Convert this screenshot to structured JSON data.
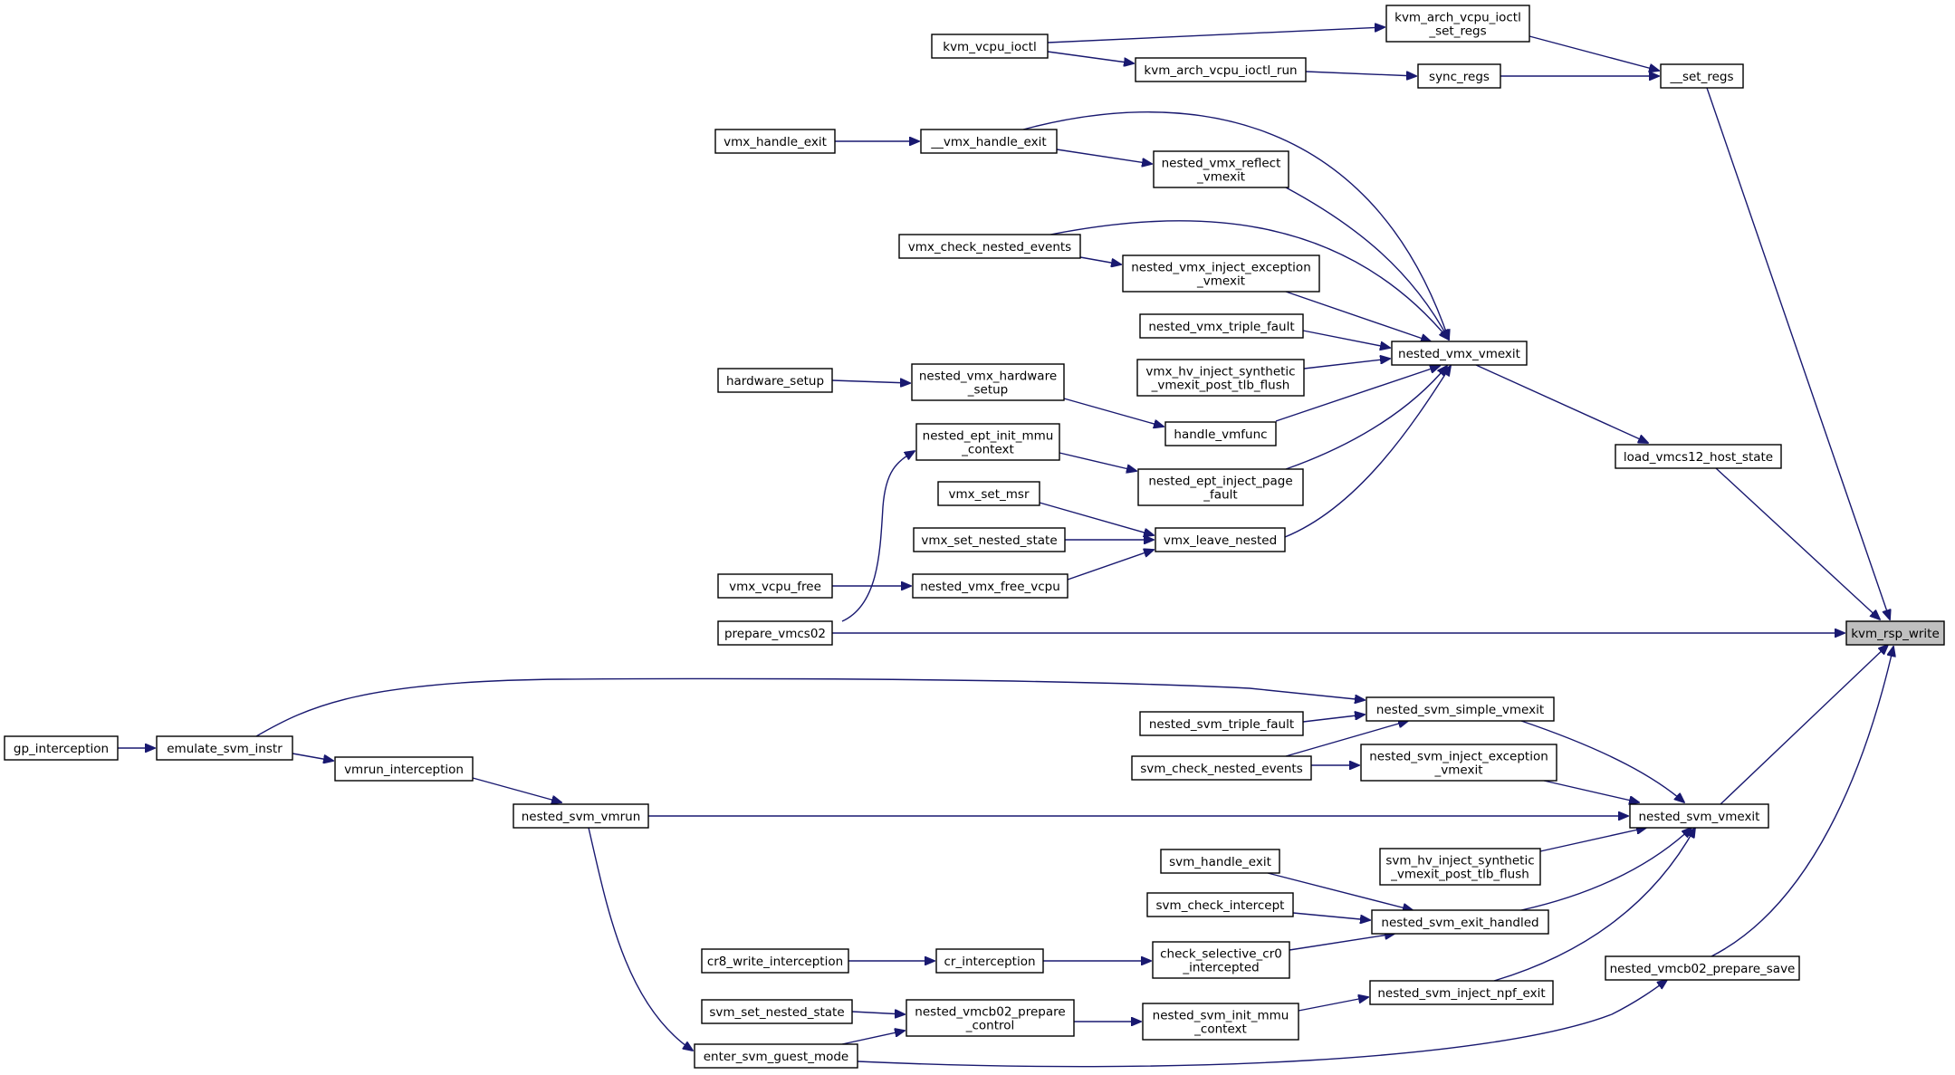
{
  "graph": {
    "title": "",
    "edge_color": "#191970",
    "highlight_fill": "#bfbfbf",
    "nodes": [
      {
        "id": "kvm_rsp_write",
        "lines": [
          "kvm_rsp_write"
        ]
      },
      {
        "id": "set_regs",
        "lines": [
          "__set_regs"
        ]
      },
      {
        "id": "kvm_arch_vcpu_ioctl_set_regs",
        "lines": [
          "kvm_arch_vcpu_ioctl",
          "_set_regs"
        ]
      },
      {
        "id": "kvm_vcpu_ioctl",
        "lines": [
          "kvm_vcpu_ioctl"
        ]
      },
      {
        "id": "kvm_arch_vcpu_ioctl_run",
        "lines": [
          "kvm_arch_vcpu_ioctl_run"
        ]
      },
      {
        "id": "sync_regs",
        "lines": [
          "sync_regs"
        ]
      },
      {
        "id": "vmx_handle_exit",
        "lines": [
          "vmx_handle_exit"
        ]
      },
      {
        "id": "__vmx_handle_exit",
        "lines": [
          "__vmx_handle_exit"
        ]
      },
      {
        "id": "nested_vmx_reflect_vmexit",
        "lines": [
          "nested_vmx_reflect",
          "_vmexit"
        ]
      },
      {
        "id": "vmx_check_nested_events",
        "lines": [
          "vmx_check_nested_events"
        ]
      },
      {
        "id": "nested_vmx_inject_exception_vmexit",
        "lines": [
          "nested_vmx_inject_exception",
          "_vmexit"
        ]
      },
      {
        "id": "nested_vmx_triple_fault",
        "lines": [
          "nested_vmx_triple_fault"
        ]
      },
      {
        "id": "vmx_hv_inject_synthetic",
        "lines": [
          "vmx_hv_inject_synthetic",
          "_vmexit_post_tlb_flush"
        ]
      },
      {
        "id": "nested_vmx_vmexit",
        "lines": [
          "nested_vmx_vmexit"
        ]
      },
      {
        "id": "hardware_setup",
        "lines": [
          "hardware_setup"
        ]
      },
      {
        "id": "nested_vmx_hardware_setup",
        "lines": [
          "nested_vmx_hardware",
          "_setup"
        ]
      },
      {
        "id": "handle_vmfunc",
        "lines": [
          "handle_vmfunc"
        ]
      },
      {
        "id": "nested_ept_init_mmu_context",
        "lines": [
          "nested_ept_init_mmu",
          "_context"
        ]
      },
      {
        "id": "nested_ept_inject_page_fault",
        "lines": [
          "nested_ept_inject_page",
          "_fault"
        ]
      },
      {
        "id": "load_vmcs12_host_state",
        "lines": [
          "load_vmcs12_host_state"
        ]
      },
      {
        "id": "vmx_set_msr",
        "lines": [
          "vmx_set_msr"
        ]
      },
      {
        "id": "vmx_set_nested_state",
        "lines": [
          "vmx_set_nested_state"
        ]
      },
      {
        "id": "vmx_leave_nested",
        "lines": [
          "vmx_leave_nested"
        ]
      },
      {
        "id": "vmx_vcpu_free",
        "lines": [
          "vmx_vcpu_free"
        ]
      },
      {
        "id": "nested_vmx_free_vcpu",
        "lines": [
          "nested_vmx_free_vcpu"
        ]
      },
      {
        "id": "prepare_vmcs02",
        "lines": [
          "prepare_vmcs02"
        ]
      },
      {
        "id": "nested_svm_simple_vmexit",
        "lines": [
          "nested_svm_simple_vmexit"
        ]
      },
      {
        "id": "nested_svm_triple_fault",
        "lines": [
          "nested_svm_triple_fault"
        ]
      },
      {
        "id": "gp_interception",
        "lines": [
          "gp_interception"
        ]
      },
      {
        "id": "emulate_svm_instr",
        "lines": [
          "emulate_svm_instr"
        ]
      },
      {
        "id": "svm_check_nested_events",
        "lines": [
          "svm_check_nested_events"
        ]
      },
      {
        "id": "nested_svm_inject_exception_vmexit",
        "lines": [
          "nested_svm_inject_exception",
          "_vmexit"
        ]
      },
      {
        "id": "vmrun_interception",
        "lines": [
          "vmrun_interception"
        ]
      },
      {
        "id": "nested_svm_vmrun",
        "lines": [
          "nested_svm_vmrun"
        ]
      },
      {
        "id": "nested_svm_vmexit",
        "lines": [
          "nested_svm_vmexit"
        ]
      },
      {
        "id": "svm_handle_exit",
        "lines": [
          "svm_handle_exit"
        ]
      },
      {
        "id": "svm_hv_inject_synthetic",
        "lines": [
          "svm_hv_inject_synthetic",
          "_vmexit_post_tlb_flush"
        ]
      },
      {
        "id": "svm_check_intercept",
        "lines": [
          "svm_check_intercept"
        ]
      },
      {
        "id": "nested_svm_exit_handled",
        "lines": [
          "nested_svm_exit_handled"
        ]
      },
      {
        "id": "cr8_write_interception",
        "lines": [
          "cr8_write_interception"
        ]
      },
      {
        "id": "cr_interception",
        "lines": [
          "cr_interception"
        ]
      },
      {
        "id": "check_selective_cr0_intercepted",
        "lines": [
          "check_selective_cr0",
          "_intercepted"
        ]
      },
      {
        "id": "nested_vmcb02_prepare_save",
        "lines": [
          "nested_vmcb02_prepare_save"
        ]
      },
      {
        "id": "svm_set_nested_state",
        "lines": [
          "svm_set_nested_state"
        ]
      },
      {
        "id": "nested_vmcb02_prepare_control",
        "lines": [
          "nested_vmcb02_prepare",
          "_control"
        ]
      },
      {
        "id": "nested_svm_init_mmu_context",
        "lines": [
          "nested_svm_init_mmu",
          "_context"
        ]
      },
      {
        "id": "nested_svm_inject_npf_exit",
        "lines": [
          "nested_svm_inject_npf_exit"
        ]
      },
      {
        "id": "enter_svm_guest_mode",
        "lines": [
          "enter_svm_guest_mode"
        ]
      }
    ]
  }
}
